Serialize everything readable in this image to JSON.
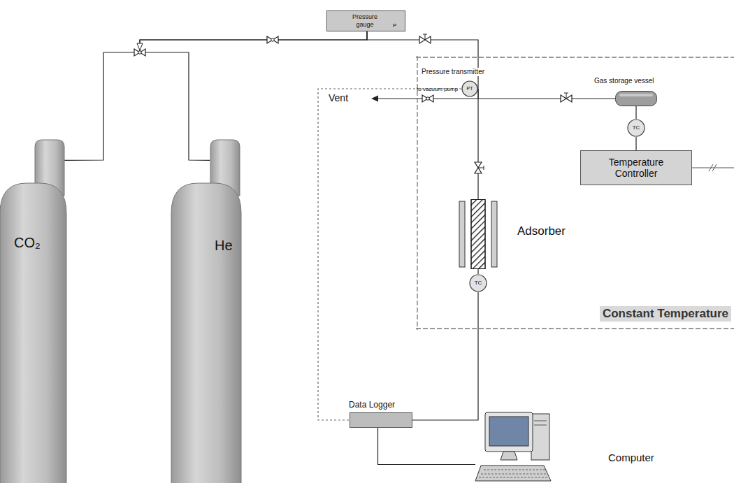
{
  "diagram": {
    "nodes": [
      {
        "text": [
          "Pressure gauge",
          "P"
        ]
      },
      {
        "text": [
          "Constant Temperature"
        ]
      },
      {
        "text": [
          "Pressure transmitter",
          "PT"
        ],
        "in": 1
      },
      {
        "text": [
          "Gas storage vessel"
        ],
        "in": 1
      },
      {
        "text": [
          "TC"
        ],
        "in": 1
      },
      {
        "text": [
          "Temperature Controller"
        ],
        "in": 1
      },
      {
        "text": [
          "Adsorber"
        ],
        "in": 1
      },
      {
        "text": [
          "TC"
        ],
        "in": 1
      },
      {
        "text": [
          "CO₂"
        ]
      },
      {
        "text": [
          "He"
        ]
      },
      {
        "text": [
          "Data Logger"
        ]
      },
      {
        "text": [
          "Computer"
        ]
      }
    ],
    "edges": [
      {
        "from": 8,
        "to": 0,
        "arrow": "none"
      },
      {
        "from": 9,
        "to": 0,
        "arrow": "none"
      },
      {
        "from": 0,
        "to": 2,
        "arrow": "none"
      },
      {
        "from": 2,
        "to": 6,
        "arrow": "none"
      },
      {
        "from": 2,
        "to": 3,
        "arrow": "none"
      },
      {
        "from": 3,
        "to": 4,
        "arrow": "none"
      },
      {
        "from": 4,
        "to": 5,
        "arrow": "none"
      },
      {
        "from": 6,
        "to": 7,
        "arrow": "none"
      },
      {
        "from": 7,
        "to": 10,
        "arrow": "none"
      },
      {
        "from": 2,
        "to": 10,
        "arrow": "none"
      },
      {
        "from": 10,
        "to": 11,
        "arrow": "none"
      }
    ],
    "labels": [
      "Vent",
      "to vacuum pump"
    ]
  }
}
